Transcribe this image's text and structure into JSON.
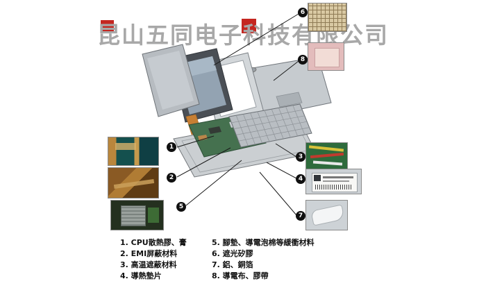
{
  "watermark": {
    "text": "昆山五同电子科技有限公司",
    "color": "#a8a8a8",
    "stamp_color": "#c42620"
  },
  "callouts": {
    "c1": "1",
    "c2": "2",
    "c3": "3",
    "c4": "4",
    "c5": "5",
    "c6": "6",
    "c7": "7",
    "c8": "8"
  },
  "legend": {
    "left": [
      "1. CPU散熱膠、膏",
      "2. EMI屏蔽材料",
      "3. 高温遮蔽材料",
      "4. 導熱墊片"
    ],
    "right": [
      "5. 腳墊、導電泡棉等緩衝材料",
      "6. 遮光矽膠",
      "7. 鋁、銅箔",
      "8. 導電布、膠帶"
    ]
  }
}
